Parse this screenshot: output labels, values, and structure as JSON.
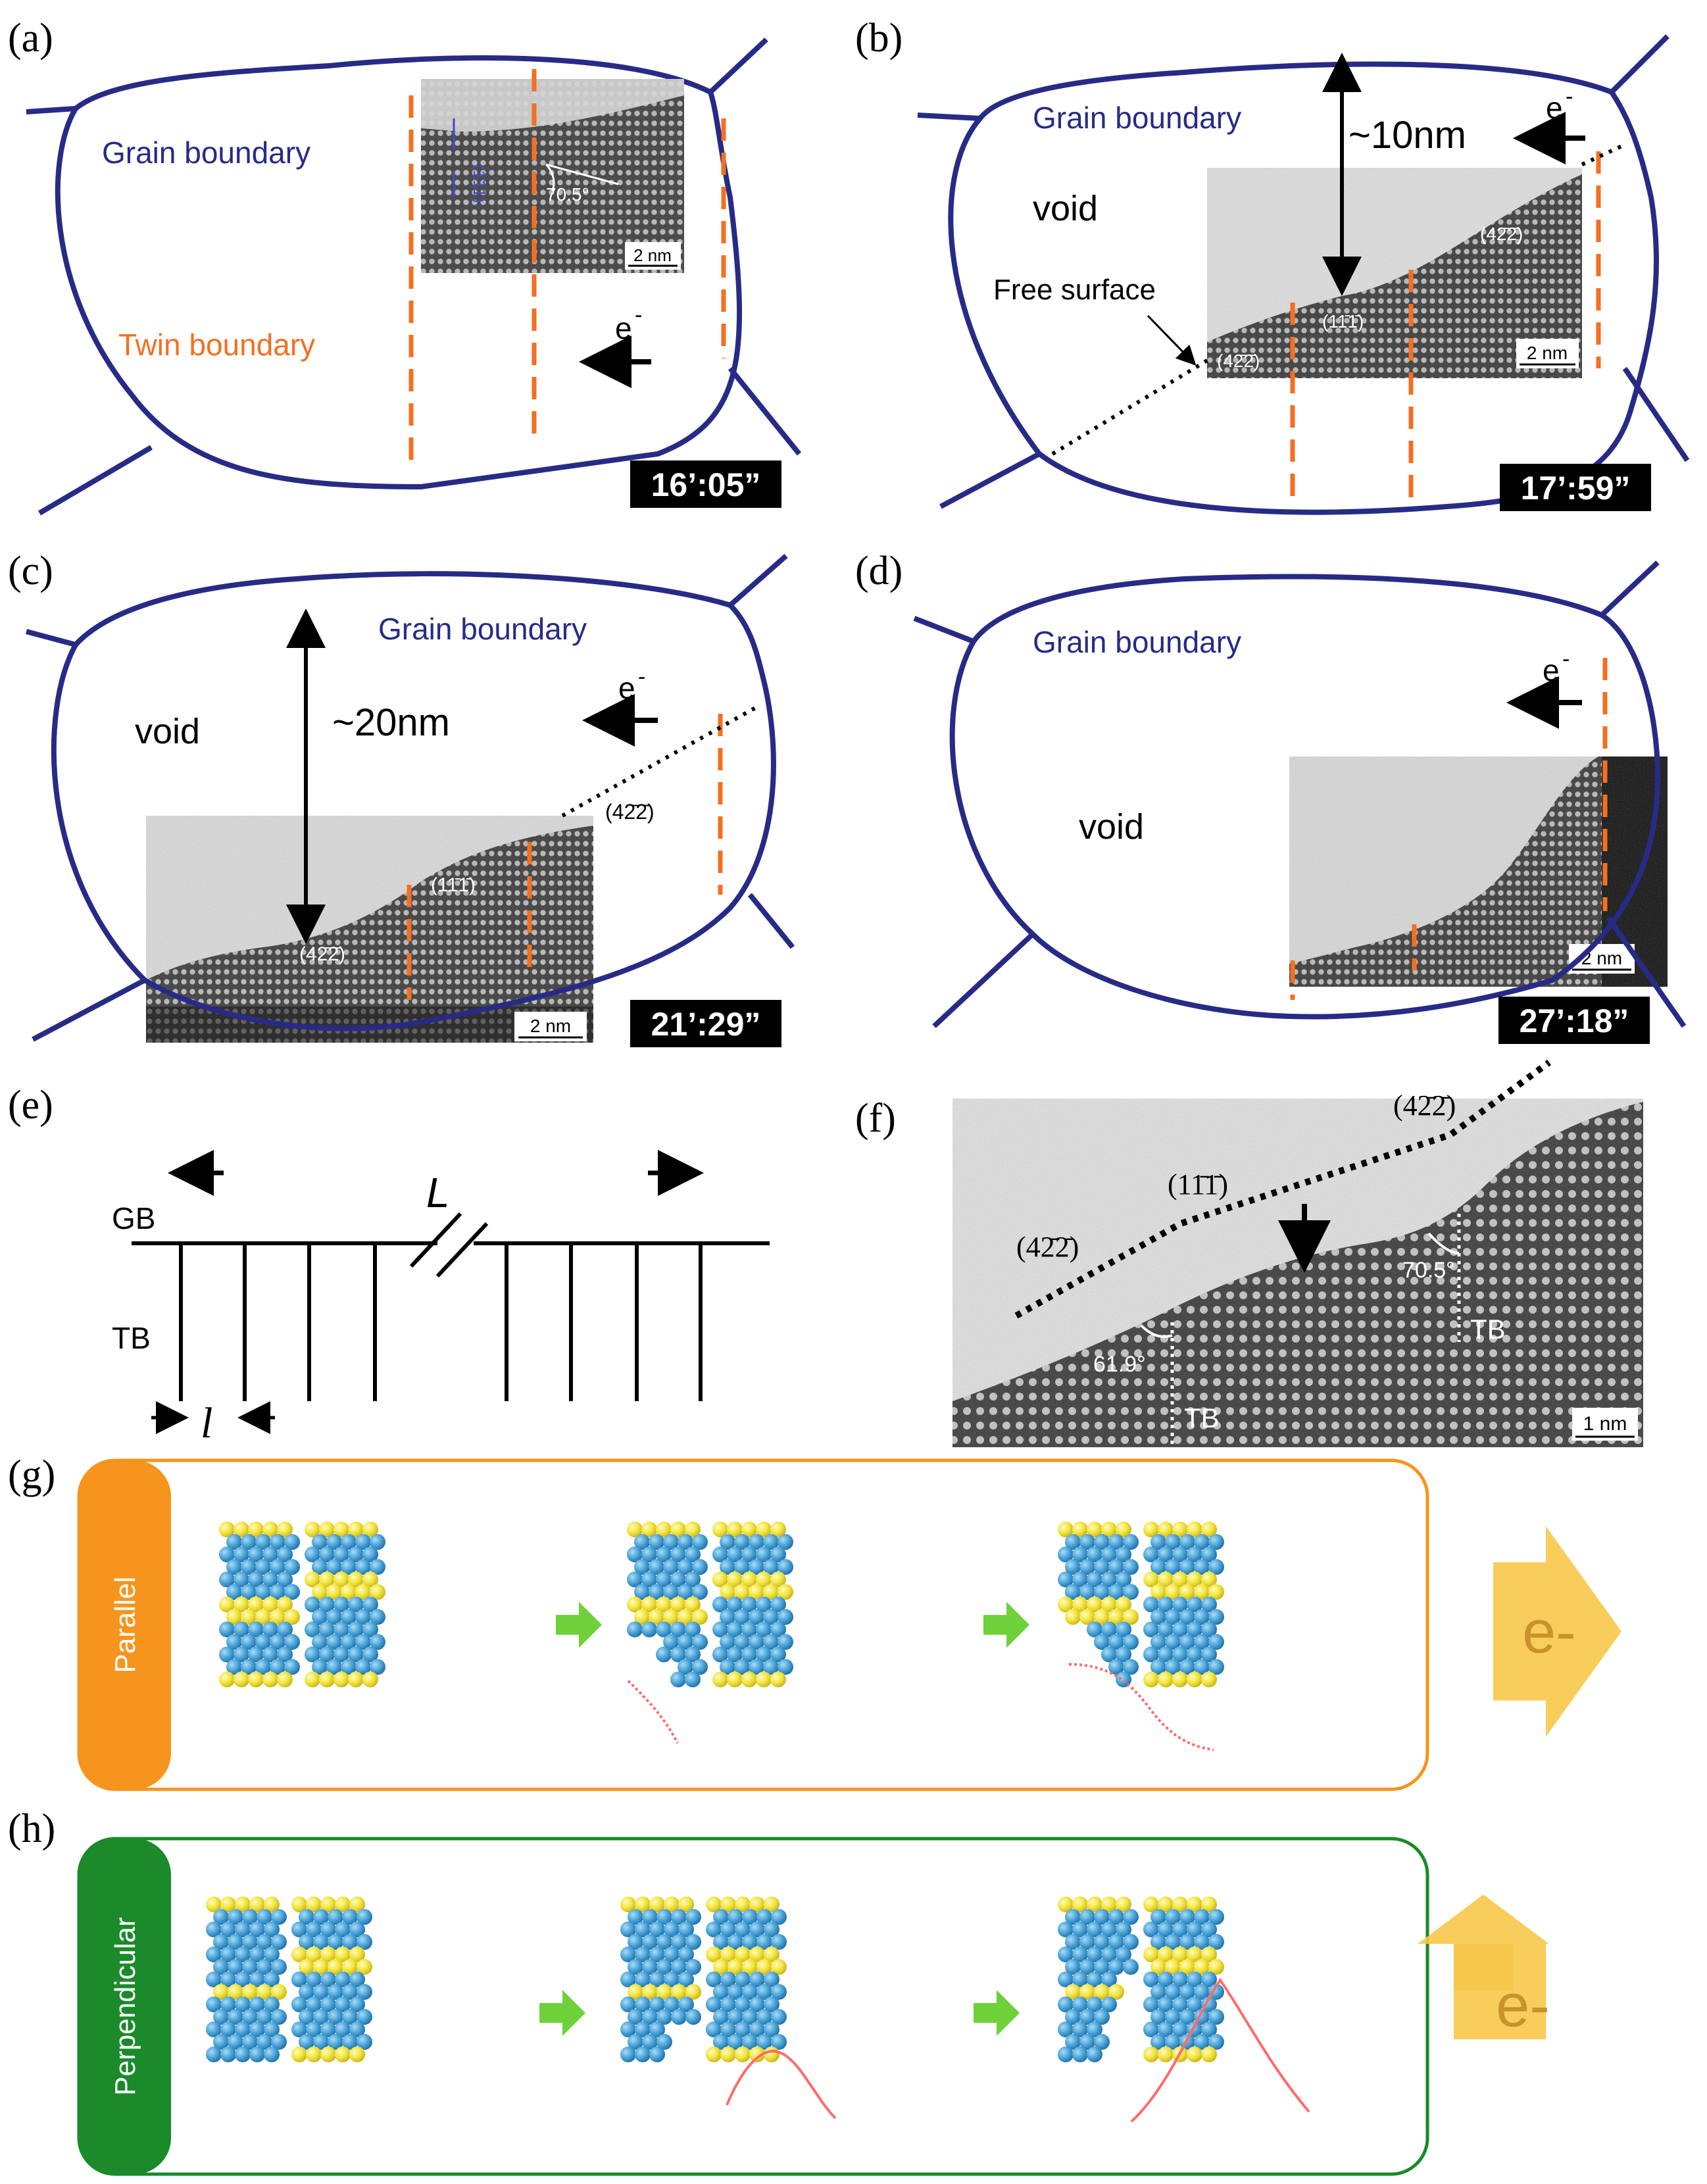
{
  "colors": {
    "grain_outline": "#272b86",
    "twin_dashed": "#f37021",
    "parallel_accent": "#f7941d",
    "perpendicular_accent": "#1a8a2a",
    "atom_blue": "#4aa3d8",
    "atom_yellow": "#f2e43a",
    "arrow_green": "#6fd13a",
    "electron_arrow": "#f7c84a"
  },
  "panels": {
    "a": {
      "label": "(a)",
      "gb_label": "Grain boundary",
      "tb_label": "Twin boundary",
      "electron": "e",
      "electron_sup": "-",
      "time": "16’:05”",
      "angle": "70.5°",
      "plane": "(1̄11)",
      "scale": "2 nm"
    },
    "b": {
      "label": "(b)",
      "gb_label": "Grain boundary",
      "void": "void",
      "size": "~10nm",
      "free_surface": "Free surface",
      "electron": "e",
      "electron_sup": "-",
      "time": "17’:59”",
      "plane_1": "(42̄2̄)",
      "plane_2": "(11̄1̄)",
      "plane_3": "(42̄2̄)",
      "scale": "2 nm"
    },
    "c": {
      "label": "(c)",
      "gb_label": "Grain boundary",
      "void": "void",
      "size": "~20nm",
      "electron": "e",
      "electron_sup": "-",
      "time": "21’:29”",
      "plane_1": "(42̄2̄)",
      "plane_2": "(11̄1̄)",
      "plane_3": "(42̄2̄)",
      "scale": "2 nm"
    },
    "d": {
      "label": "(d)",
      "gb_label": "Grain boundary",
      "void": "void",
      "electron": "e",
      "electron_sup": "-",
      "time": "27’:18”",
      "scale": "2 nm"
    },
    "e": {
      "label": "(e)",
      "gb": "GB",
      "tb": "TB",
      "big_l": "L",
      "small_l": "l"
    },
    "f": {
      "label": "(f)",
      "plane_1": "(42̄2̄)",
      "plane_2": "(11̄1̄)",
      "plane_3": "(42̄2̄)",
      "angle_1": "61.9°",
      "angle_2": "70.5°",
      "tb_1": "TB",
      "tb_2": "TB",
      "scale": "1 nm"
    },
    "g": {
      "label": "(g)",
      "tab": "Parallel",
      "electron": "e-"
    },
    "h": {
      "label": "(h)",
      "tab": "Perpendicular",
      "electron": "e-"
    }
  }
}
